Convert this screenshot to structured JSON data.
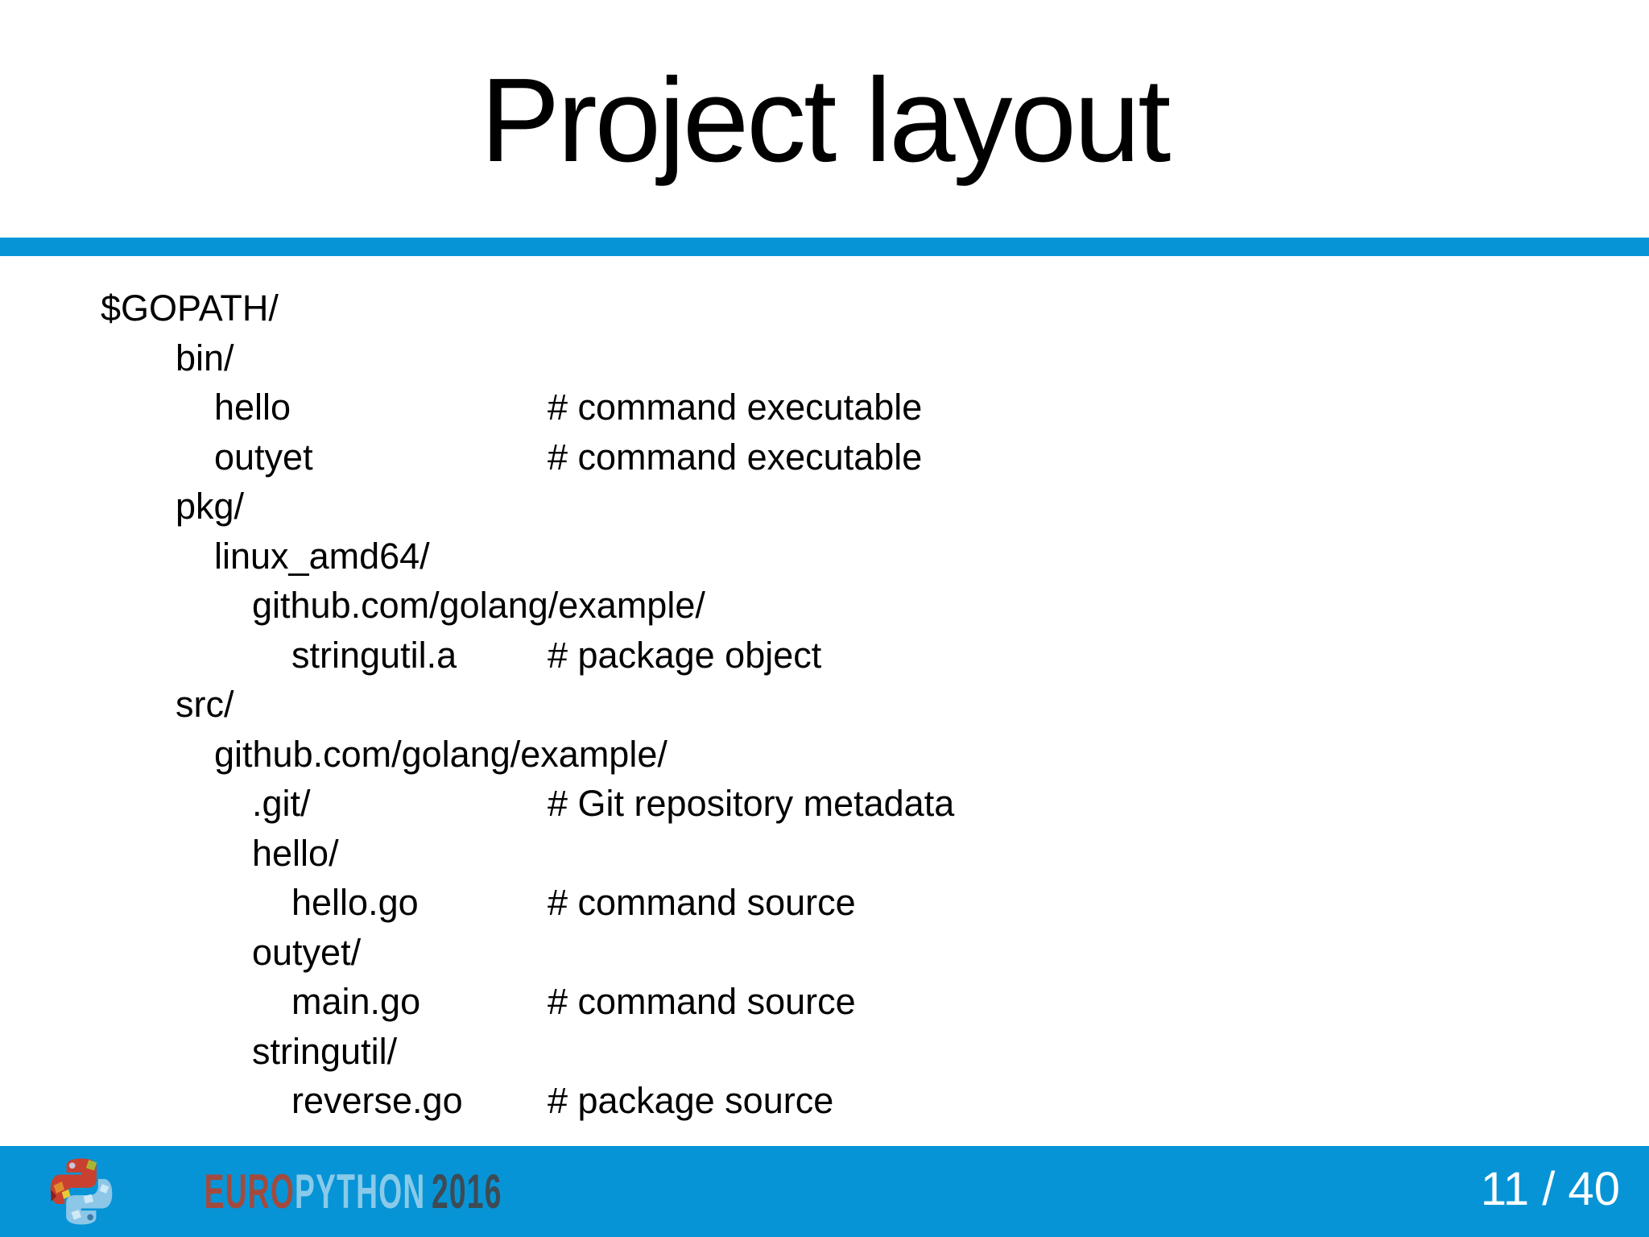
{
  "slide": {
    "title": "Project layout",
    "page_indicator": "11 / 40",
    "logo": {
      "euro": "EURO",
      "python": "PYTHON",
      "year": "2016"
    },
    "colors": {
      "accent_blue": "#0794d6",
      "text": "#000000",
      "background": "#ffffff",
      "footer_text": "#ffffff",
      "logo_euro": "#a34a3e",
      "logo_python": "#cfe3ee",
      "logo_year": "#3d4b55"
    },
    "tree": [
      {
        "name": "$GOPATH/",
        "level": 0,
        "comment": ""
      },
      {
        "name": "bin/",
        "level": 1,
        "comment": ""
      },
      {
        "name": "hello",
        "level": 2,
        "comment": "# command executable"
      },
      {
        "name": "outyet",
        "level": 2,
        "comment": "# command executable"
      },
      {
        "name": "pkg/",
        "level": 1,
        "comment": ""
      },
      {
        "name": "linux_amd64/",
        "level": 2,
        "comment": ""
      },
      {
        "name": "github.com/golang/example/",
        "level": 3,
        "comment": ""
      },
      {
        "name": "stringutil.a",
        "level": 4,
        "comment": "# package object"
      },
      {
        "name": "src/",
        "level": 1,
        "comment": ""
      },
      {
        "name": "github.com/golang/example/",
        "level": 2,
        "comment": ""
      },
      {
        "name": ".git/",
        "level": 3,
        "comment": "# Git repository metadata"
      },
      {
        "name": "hello/",
        "level": 3,
        "comment": ""
      },
      {
        "name": "hello.go",
        "level": 4,
        "comment": "# command source"
      },
      {
        "name": "outyet/",
        "level": 3,
        "comment": ""
      },
      {
        "name": "main.go",
        "level": 4,
        "comment": "# command source"
      },
      {
        "name": "stringutil/",
        "level": 3,
        "comment": ""
      },
      {
        "name": "reverse.go",
        "level": 4,
        "comment": "# package source"
      }
    ]
  }
}
